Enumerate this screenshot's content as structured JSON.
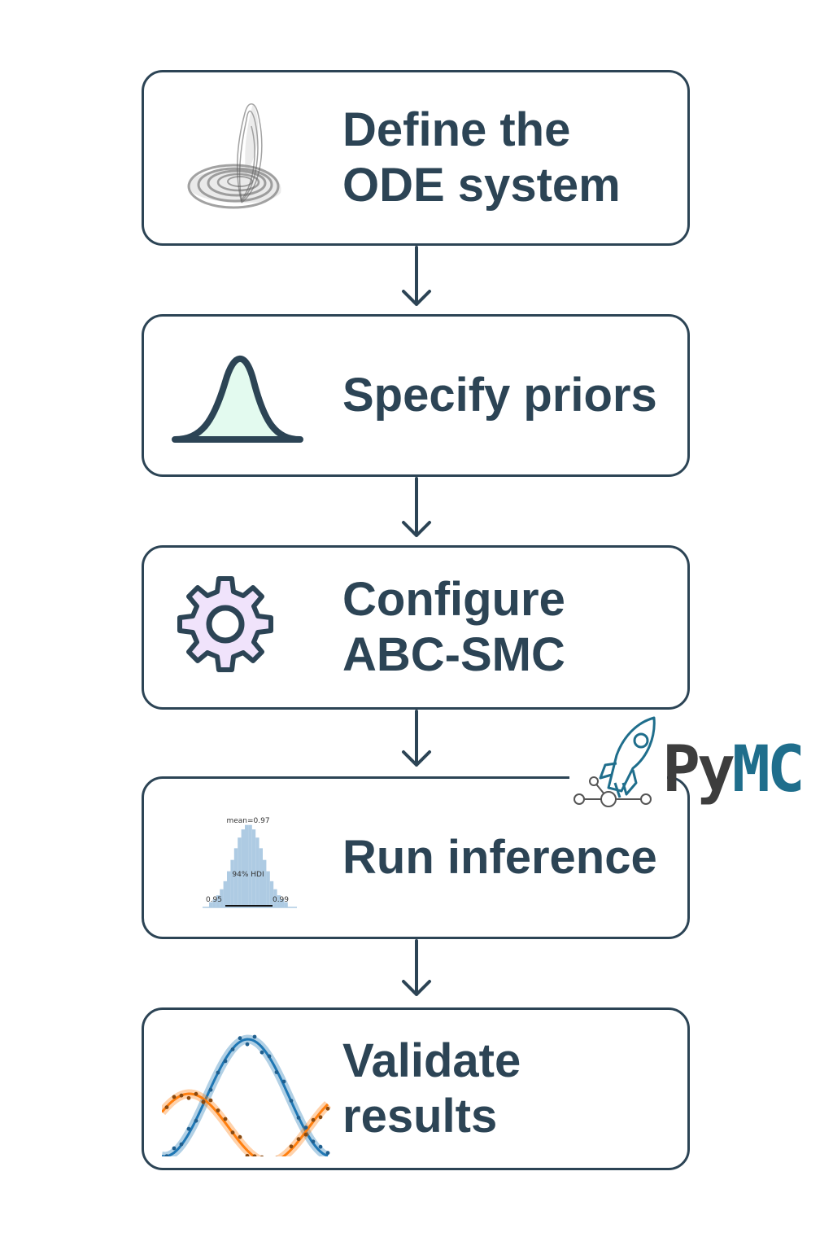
{
  "steps": [
    {
      "label": "Define the\nODE system",
      "icon": "lorenz-attractor-icon"
    },
    {
      "label": "Specify priors",
      "icon": "bell-curve-icon"
    },
    {
      "label": "Configure\nABC-SMC",
      "icon": "gear-icon"
    },
    {
      "label": "Run inference",
      "icon": "posterior-histogram-icon"
    },
    {
      "label": "Validate results",
      "icon": "model-fit-plot-icon"
    }
  ],
  "posterior": {
    "mean_label": "mean=0.97",
    "hdi_label": "94% HDI",
    "hdi_low": "0.95",
    "hdi_high": "0.99"
  },
  "logo": {
    "text": "PyMC",
    "colors": {
      "py": "#3d3d3d",
      "mc": "#1f6e8c"
    }
  },
  "colors": {
    "ink": "#2c4455",
    "prior_fill": "#e3faef",
    "gear_fill": "#f0e3fb",
    "hist": "#aecbe3",
    "blue_series": "#1f77b4",
    "orange_series": "#ff7f0e"
  }
}
